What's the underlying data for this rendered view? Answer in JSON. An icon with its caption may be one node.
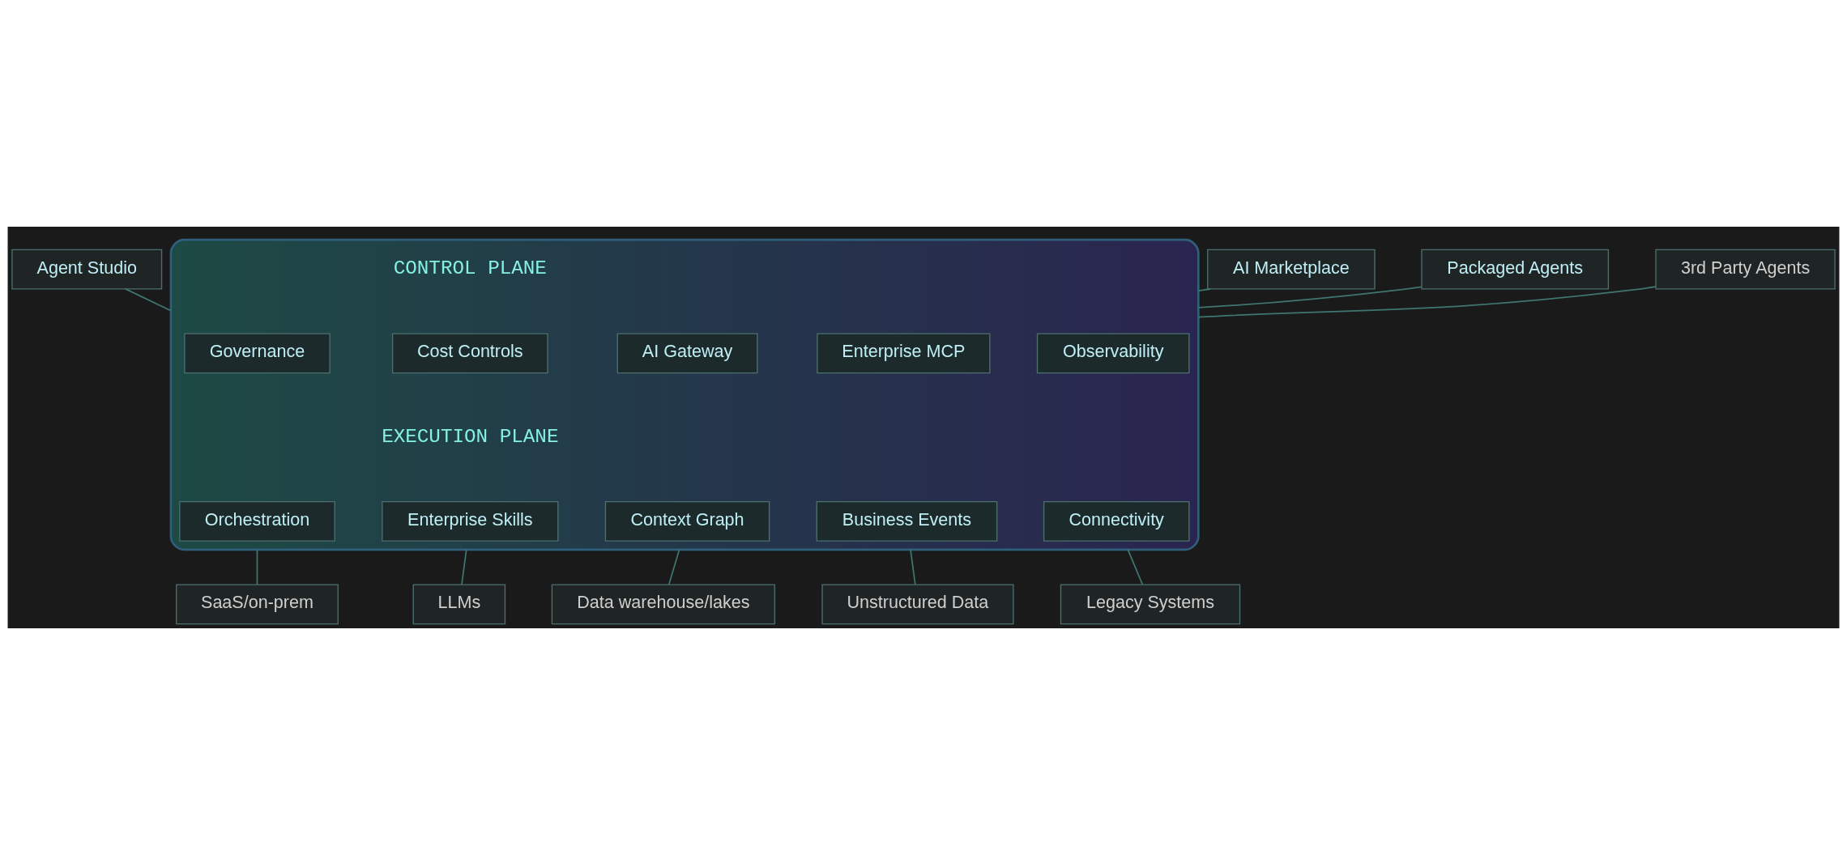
{
  "diagram": {
    "nodes": [
      {
        "text": [
          "Agent Studio"
        ]
      },
      {
        "text": [
          "Packaged Agents"
        ]
      },
      {
        "text": [
          "AI Marketplace"
        ]
      },
      {
        "text": [
          "3rd Party Agents"
        ]
      },
      {
        "text": [],
        "shape": "box"
      },
      {
        "text": [
          "Governance"
        ],
        "in": 4
      },
      {
        "text": [
          "AI Gateway"
        ],
        "in": 4
      },
      {
        "text": [
          "Cost Controls"
        ],
        "in": 4
      },
      {
        "text": [
          "Enterprise MCP"
        ],
        "in": 4
      },
      {
        "text": [
          "Observability"
        ],
        "in": 4
      },
      {
        "text": [
          "Orchestration"
        ],
        "in": 4
      },
      {
        "text": [
          "Context Graph"
        ],
        "in": 4
      },
      {
        "text": [
          "Enterprise Skills"
        ],
        "in": 4
      },
      {
        "text": [
          "Business Events"
        ],
        "in": 4
      },
      {
        "text": [
          "Connectivity"
        ],
        "in": 4
      },
      {
        "text": [
          "SaaS/on-prem"
        ]
      },
      {
        "text": [
          "Data warehouse/lakes"
        ]
      },
      {
        "text": [
          "LLMs"
        ]
      },
      {
        "text": [
          "Unstructured Data"
        ]
      },
      {
        "text": [
          "Legacy Systems"
        ]
      }
    ],
    "edges": [
      {
        "from": 0,
        "to": 4,
        "arrow": "none"
      },
      {
        "from": 1,
        "to": 4,
        "arrow": "none"
      },
      {
        "from": 2,
        "to": 4,
        "arrow": "none"
      },
      {
        "from": 3,
        "to": 4,
        "arrow": "none"
      },
      {
        "from": 4,
        "to": 15,
        "arrow": "none"
      },
      {
        "from": 4,
        "to": 16,
        "arrow": "none"
      },
      {
        "from": 4,
        "to": 17,
        "arrow": "none"
      },
      {
        "from": 4,
        "to": 18,
        "arrow": "none"
      },
      {
        "from": 4,
        "to": 19,
        "arrow": "none"
      }
    ],
    "labels": [
      "CONTROL PLANE",
      "EXECUTION PLANE"
    ]
  }
}
